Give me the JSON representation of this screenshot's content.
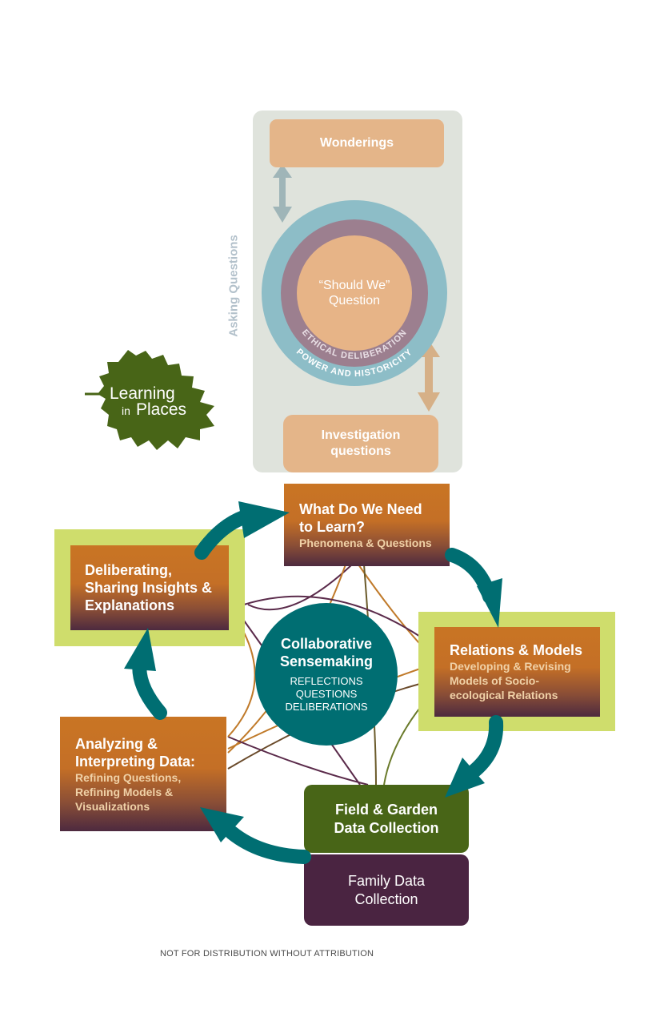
{
  "asking_panel": {
    "side_label": "Asking Questions",
    "wonderings": "Wonderings",
    "should_we": [
      "“Should We”",
      "Question"
    ],
    "ring_labels": {
      "inner": "ETHICAL DELIBERATION",
      "outer": "POWER AND HISTORICITY"
    },
    "investigation": [
      "Investigation",
      "questions"
    ]
  },
  "logo": {
    "line1": "Learning",
    "line2a": "in",
    "line2b": "Places"
  },
  "stages": {
    "what_learn": {
      "title": [
        "What Do We Need",
        "to Learn?"
      ],
      "subtitle": [
        "Phenomena & Questions"
      ]
    },
    "relations": {
      "title": [
        "Relations & Models"
      ],
      "subtitle": [
        "Developing & Revising",
        "Models of Socio-",
        "ecological Relations"
      ]
    },
    "deliberating": {
      "title": [
        "Deliberating,",
        "Sharing Insights &",
        "Explanations"
      ]
    },
    "analyzing": {
      "title": [
        "Analyzing &",
        "Interpreting Data:"
      ],
      "subtitle": [
        "Refining Questions,",
        "Refining Models &",
        "Visualizations"
      ]
    },
    "field": {
      "title": [
        "Field & Garden",
        "Data Collection"
      ]
    },
    "family": {
      "title": [
        "Family Data",
        "Collection"
      ]
    }
  },
  "center": {
    "title": [
      "Collaborative",
      "Sensemaking"
    ],
    "items": [
      "REFLECTIONS",
      "QUESTIONS",
      "DELIBERATIONS"
    ]
  },
  "footer": "NOT FOR DISTRIBUTION WITHOUT ATTRIBUTION",
  "colors": {
    "teal": "#006e72",
    "orange": "#c97524",
    "plum": "#4a2441",
    "lime": "#cfdd6c",
    "leaf_green": "#486517",
    "peach": "#e4b589"
  }
}
